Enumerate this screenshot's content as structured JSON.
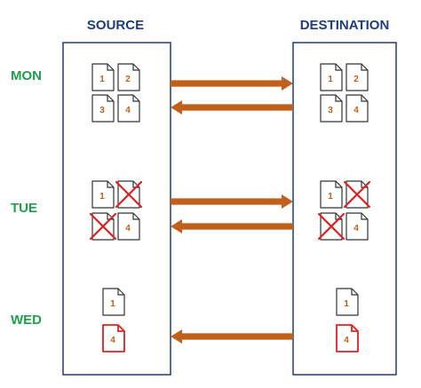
{
  "headers": {
    "source": "SOURCE",
    "destination": "DESTINATION"
  },
  "colors": {
    "header": "#1f3d7a",
    "day": "#1fa04a",
    "box_border": "#1f3d7a",
    "arrow": "#c0601a",
    "file_number": "#c0601a",
    "file_border": "#333333",
    "deleted_x": "#e02020",
    "new_file": "#e02020"
  },
  "days": [
    {
      "label": "MON",
      "source_files": [
        {
          "number": "1",
          "state": "normal"
        },
        {
          "number": "2",
          "state": "normal"
        },
        {
          "number": "3",
          "state": "normal"
        },
        {
          "number": "4",
          "state": "normal"
        }
      ],
      "destination_files": [
        {
          "number": "1",
          "state": "normal"
        },
        {
          "number": "2",
          "state": "normal"
        },
        {
          "number": "3",
          "state": "normal"
        },
        {
          "number": "4",
          "state": "normal"
        }
      ],
      "arrows": [
        "to-destination",
        "to-source"
      ]
    },
    {
      "label": "TUE",
      "source_files": [
        {
          "number": "1",
          "state": "normal"
        },
        {
          "number": "",
          "state": "deleted"
        },
        {
          "number": "",
          "state": "deleted"
        },
        {
          "number": "4",
          "state": "normal"
        }
      ],
      "destination_files": [
        {
          "number": "1",
          "state": "normal"
        },
        {
          "number": "",
          "state": "deleted"
        },
        {
          "number": "",
          "state": "deleted"
        },
        {
          "number": "4",
          "state": "normal"
        }
      ],
      "arrows": [
        "to-destination",
        "to-source"
      ]
    },
    {
      "label": "WED",
      "source_files": [
        {
          "number": "1",
          "state": "normal"
        },
        {
          "number": "4",
          "state": "new"
        }
      ],
      "destination_files": [
        {
          "number": "1",
          "state": "normal"
        },
        {
          "number": "4",
          "state": "new"
        }
      ],
      "arrows": [
        "to-source"
      ]
    }
  ]
}
